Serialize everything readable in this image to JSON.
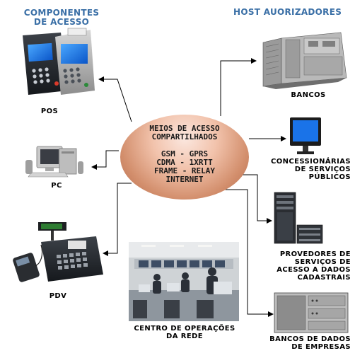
{
  "headers": {
    "left": [
      "COMPONENTES",
      "DE ACESSO"
    ],
    "right": "HOST AUORIZADORES"
  },
  "hub": {
    "title_lines": [
      "MEIOS DE ACESSO",
      "COMPARTILHADOS"
    ],
    "tech_lines": [
      "GSM - GPRS",
      "CDMA - 1XRTT",
      "FRAME - RELAY",
      "INTERNET"
    ]
  },
  "left_nodes": {
    "pos": "POS",
    "pc": "PC",
    "pdv": "PDV",
    "noc": [
      "CENTRO DE OPERAÇÕES",
      "DA REDE"
    ]
  },
  "right_nodes": {
    "bancos": "BANCOS",
    "concessionarias": [
      "CONCESSIONÁRIAS",
      "DE SERVIÇOS",
      "PÚBLICOS"
    ],
    "provedores": [
      "PROVEDORES DE",
      "SERVIÇOS DE",
      "ACESSO A DADOS",
      "CADASTRAIS"
    ],
    "bancos_dados": [
      "BANCOS DE DADOS",
      "DE EMPRESAS"
    ]
  },
  "colors": {
    "header": "#3a6fa6",
    "arrow": "#000000",
    "hub": "#d38f6d"
  }
}
